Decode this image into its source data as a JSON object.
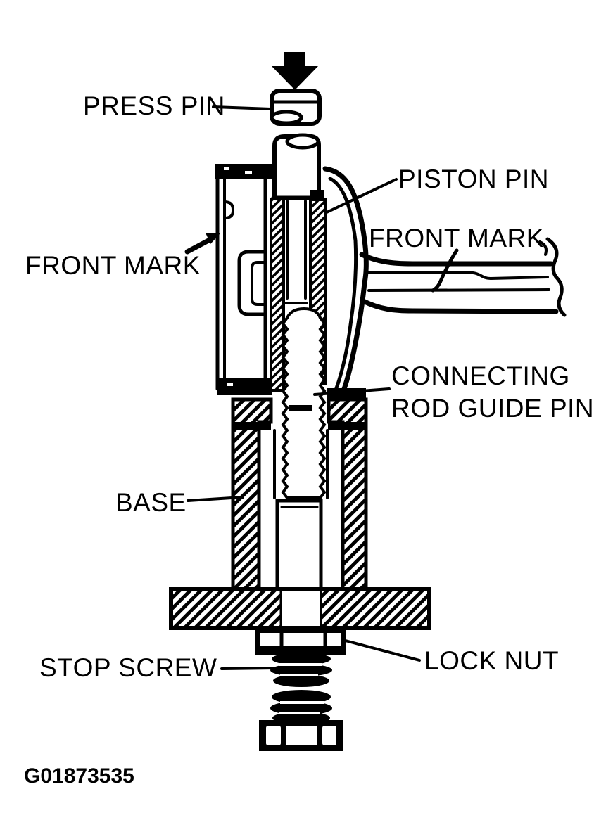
{
  "figure": {
    "code": "G01873535",
    "kind": "piston-pin-press-cross-section"
  },
  "colors": {
    "ink": "#000000",
    "background": "#ffffff"
  },
  "labels": {
    "press_pin": "PRESS PIN",
    "piston_pin": "PISTON PIN",
    "front_mark_left": "FRONT MARK",
    "front_mark_right": "FRONT MARK",
    "connecting_rod_guide_pin_line1": "CONNECTING",
    "connecting_rod_guide_pin_line2": "ROD GUIDE PIN",
    "base": "BASE",
    "stop_screw": "STOP SCREW",
    "lock_nut": "LOCK NUT"
  }
}
